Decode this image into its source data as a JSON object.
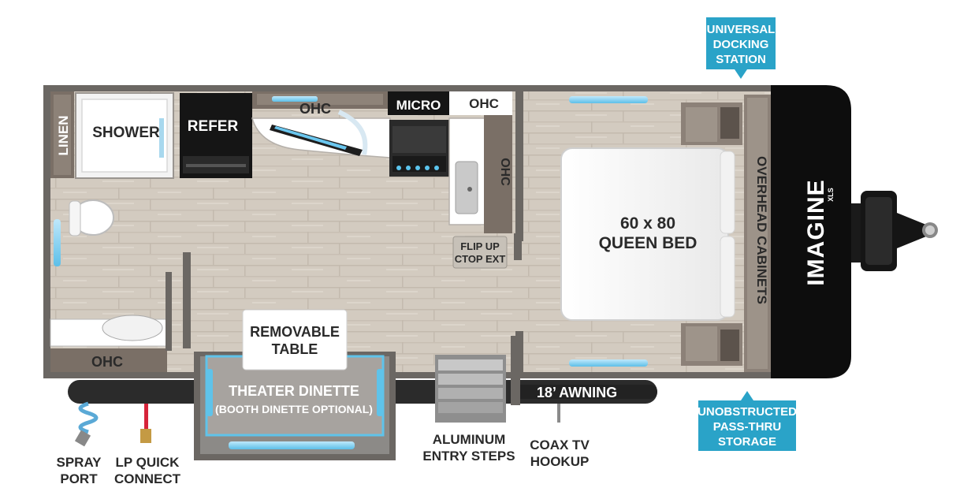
{
  "colors": {
    "floor": "#cfc6ba",
    "floor_plank": "#bdb4a8",
    "wall": "#6b6763",
    "cabinet": "#7a6f66",
    "cabinet_light": "#a89e94",
    "appliance": "#151515",
    "callout": "#2aa3c8",
    "glow": "#8fd3f0",
    "nose": "#0d0d0d",
    "awning": "#2b2b2b",
    "bed": "#f7f7f7",
    "label_dark": "#2a2a2a"
  },
  "brand": {
    "logo_text": "IMAGINE",
    "logo_sub": "XLS"
  },
  "labels": {
    "linen": "LINEN",
    "shower": "SHOWER",
    "refer": "REFER",
    "ohc_kitchen": "OHC",
    "micro": "MICRO",
    "ohc_micro": "OHC",
    "ohc_side": "OHC",
    "ohc_bath": "OHC",
    "flip_up_line1": "FLIP UP",
    "flip_up_line2": "CTOP EXT",
    "bed_line1": "60 x 80",
    "bed_line2": "QUEEN BED",
    "overhead_cabinets": "OVERHEAD CABINETS",
    "removable_table_line1": "REMOVABLE",
    "removable_table_line2": "TABLE",
    "theater_dinette": "THEATER DINETTE",
    "booth_dinette": "(BOOTH DINETTE OPTIONAL)",
    "awning": "18’ AWNING",
    "spray_port_line1": "SPRAY",
    "spray_port_line2": "PORT",
    "lp_line1": "LP QUICK",
    "lp_line2": "CONNECT",
    "steps_line1": "ALUMINUM",
    "steps_line2": "ENTRY STEPS",
    "coax_line1": "COAX TV",
    "coax_line2": "HOOKUP"
  },
  "callouts": {
    "docking": [
      "UNIVERSAL",
      "DOCKING",
      "STATION"
    ],
    "storage": [
      "UNOBSTRUCTED",
      "PASS-THRU",
      "STORAGE"
    ]
  }
}
